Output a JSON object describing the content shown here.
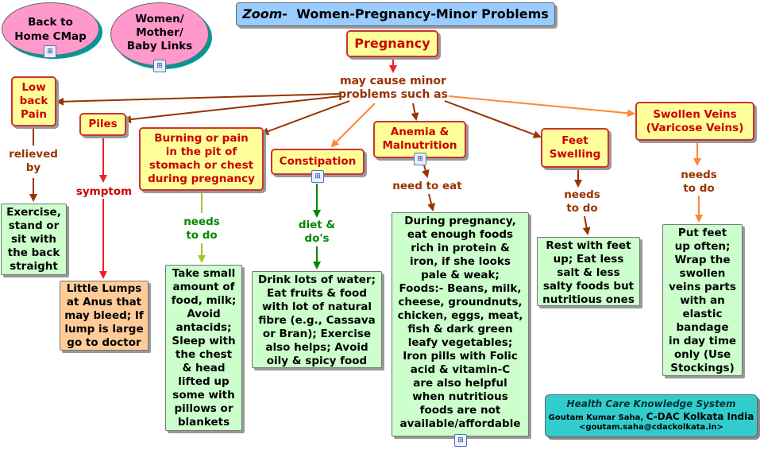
{
  "title": {
    "prefix": "Zoom-",
    "text": "Women-Pregnancy-Minor Problems"
  },
  "nav": {
    "back": {
      "line1": "Back to",
      "line2": "Home CMap"
    },
    "links": {
      "line1": "Women/",
      "line2": "Mother/",
      "line3": "Baby Links"
    }
  },
  "root": {
    "label": "Pregnancy",
    "link": "may cause minor\nproblems such as"
  },
  "problems": {
    "back_pain": {
      "label": "Low\nback\nPain",
      "link": "relieved\nby",
      "advice": "Exercise,\nstand or\nsit with\nthe back\nstraight"
    },
    "piles": {
      "label": "Piles",
      "link": "symptom",
      "advice": "Little Lumps\nat Anus that\nmay bleed; If\nlump is large\ngo to doctor"
    },
    "burning": {
      "label": "Burning or pain\nin the pit of\nstomach or chest\nduring pregnancy",
      "link": "needs\nto do",
      "advice": "Take small\namount of\nfood, milk;\nAvoid\nantacids;\nSleep with\nthe chest\n& head\nlifted up\nsome with\npillows or\nblankets"
    },
    "constipation": {
      "label": "Constipation",
      "link": "diet &\ndo's",
      "advice": "Drink lots of water;\nEat fruits & food\nwith lot of natural\nfibre (e.g., Cassava\nor Bran); Exercise\nalso helps; Avoid\noily & spicy food"
    },
    "anemia": {
      "label": "Anemia &\nMalnutrition",
      "link": "need to eat",
      "advice": "During pregnancy,\neat enough foods\nrich in protein &\niron, if she looks\npale & weak;\nFoods:- Beans, milk,\ncheese, groundnuts,\nchicken, eggs, meat,\nfish & dark green\nleafy vegetables;\nIron pills with Folic\nacid & vitamin-C\nare also helpful\nwhen nutritious\nfoods are not\navailable/affordable"
    },
    "feet": {
      "label": "Feet\nSwelling",
      "link": "needs\nto do",
      "advice": "Rest with feet\nup; Eat less\nsalt & less\nsalty foods but\nnutritious ones"
    },
    "veins": {
      "label": "Swollen Veins\n(Varicose Veins)",
      "link": "needs\nto do",
      "advice": "Put feet\nup often;\nWrap the\nswollen\nveins parts\nwith an\nelastic\nbandage\nin day time\nonly (Use\nStockings)"
    }
  },
  "credit": {
    "system": "Health Care Knowledge System",
    "author_name": "Goutam Kumar Saha,",
    "author_org": "C-DAC Kolkata India",
    "email": "<goutam.saha@cdackolkata.in>"
  },
  "colors": {
    "brown": "#993300",
    "red": "#ee2222",
    "green": "#008800",
    "olive": "#99cc33",
    "orange": "#ff8833",
    "node_fill": "#ffff99",
    "advice_fill": "#ccffcc"
  }
}
